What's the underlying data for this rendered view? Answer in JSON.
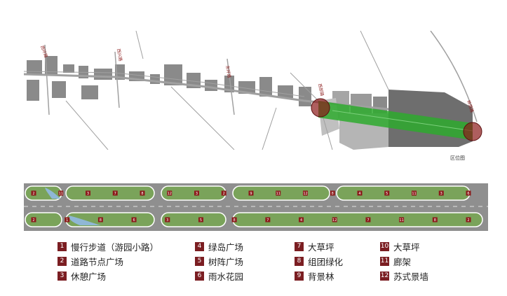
{
  "location_map": {
    "caption": "区位图",
    "road_labels": [
      "西环路",
      "西兴路",
      "东环路",
      "西部路",
      "林荫路"
    ],
    "colors": {
      "highlight": "#2eaa2e",
      "marker": "#8b1a1a",
      "roads": "#9a9a9a",
      "buildings": "#7a7a7a"
    }
  },
  "plan_strip": {
    "colors": {
      "road": "#8f8f8f",
      "green": "#7aa35a",
      "water": "#8fb7d6",
      "label": "#8b1a1a"
    },
    "top_markers": [
      "2",
      "11",
      "3",
      "7",
      "8",
      "12",
      "3",
      "2",
      "9",
      "11",
      "12",
      "8",
      "4",
      "5",
      "11",
      "3",
      "6"
    ],
    "bottom_markers": [
      "2",
      "1",
      "8",
      "6",
      "3",
      "5",
      "8",
      "7",
      "4",
      "12",
      "7",
      "11",
      "8",
      "2"
    ]
  },
  "legend": {
    "items": [
      {
        "num": "1",
        "label": "慢行步道（游园小路）"
      },
      {
        "num": "2",
        "label": "道路节点广场"
      },
      {
        "num": "3",
        "label": "休憩广场"
      },
      {
        "num": "4",
        "label": "绿岛广场"
      },
      {
        "num": "5",
        "label": "树阵广场"
      },
      {
        "num": "6",
        "label": "雨水花园"
      },
      {
        "num": "7",
        "label": "大草坪"
      },
      {
        "num": "8",
        "label": "组团绿化"
      },
      {
        "num": "9",
        "label": "背景林"
      },
      {
        "num": "10",
        "label": "大草坪"
      },
      {
        "num": "11",
        "label": "廊架"
      },
      {
        "num": "12",
        "label": "苏式景墙"
      }
    ]
  }
}
